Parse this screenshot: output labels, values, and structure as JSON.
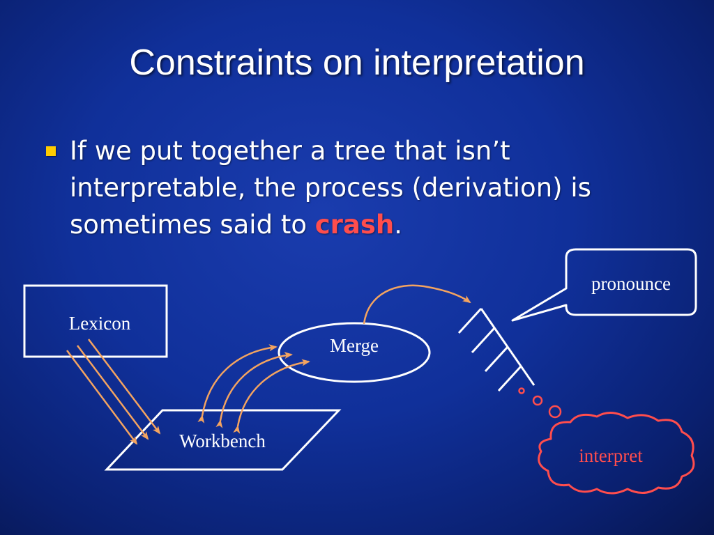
{
  "slide": {
    "title": "Constraints on interpretation",
    "bullet": {
      "before": "If we put together a tree that isn’t interpretable, the process (derivation) is sometimes said to ",
      "emphasis": "crash",
      "after": "."
    }
  },
  "diagram": {
    "lexicon": "Lexicon",
    "merge": "Merge",
    "workbench": "Workbench",
    "pronounce": "pronounce",
    "interpret": "interpret"
  },
  "colors": {
    "bullet_marker": "#ffcc00",
    "emphasis": "#ff4d4d",
    "arrow": "#f4a460",
    "cloud": "#ff4d4d",
    "outline": "#ffffff"
  }
}
